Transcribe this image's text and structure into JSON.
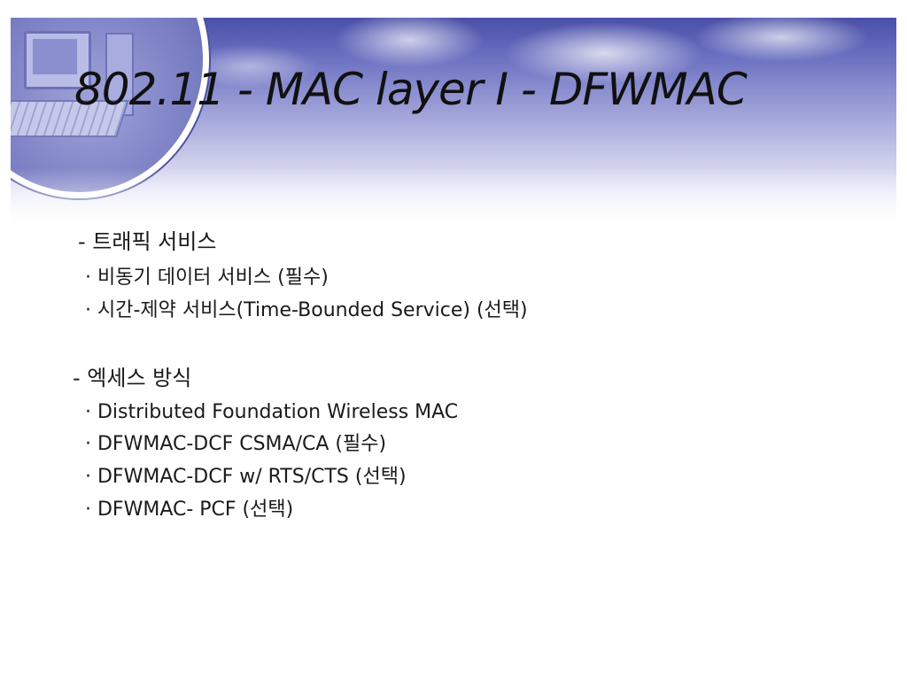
{
  "slide": {
    "title": "802.11 - MAC layer I - DFWMAC"
  },
  "sections": [
    {
      "heading": "- 트래픽 서비스",
      "bullets": [
        "· 비동기 데이터 서비스 (필수)",
        "· 시간-제약 서비스(Time-Bounded Service) (선택)"
      ]
    },
    {
      "heading": "- 엑세스 방식",
      "bullets": [
        "· Distributed Foundation Wireless MAC",
        "· DFWMAC-DCF CSMA/CA (필수)",
        "· DFWMAC-DCF w/ RTS/CTS (선택)",
        "· DFWMAC- PCF (선택)"
      ]
    }
  ]
}
